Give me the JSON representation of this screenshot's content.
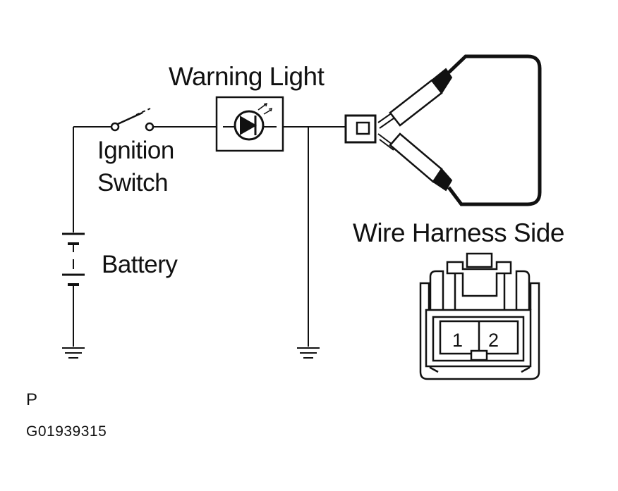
{
  "labels": {
    "warning_light": "Warning Light",
    "ignition_switch_line1": "Ignition",
    "ignition_switch_line2": "Switch",
    "battery": "Battery",
    "wire_harness_side": "Wire Harness Side",
    "pin_1": "1",
    "pin_2": "2",
    "corner_letter": "P",
    "figure_code": "G01939315"
  },
  "colors": {
    "ink": "#111111",
    "background": "#ffffff"
  }
}
